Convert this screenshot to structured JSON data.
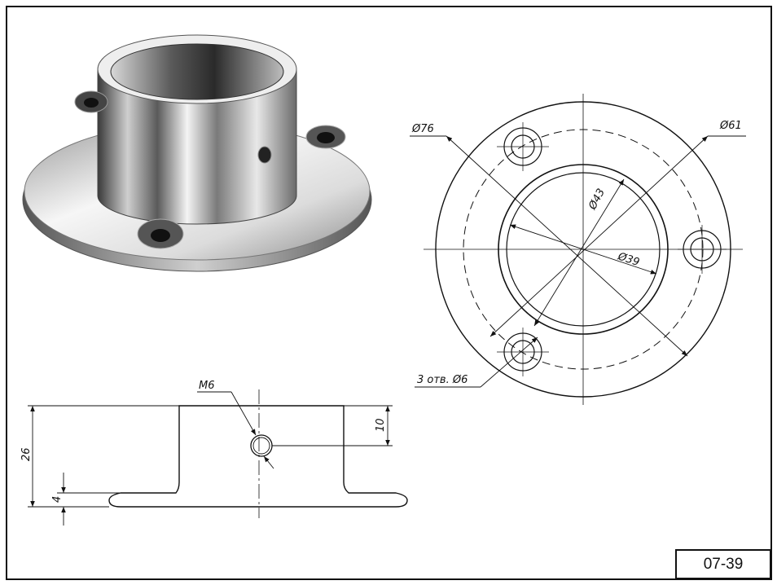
{
  "drawing": {
    "code": "07-39",
    "plan_view": {
      "outer_diameter": "Ø76",
      "bolt_circle_diameter": "Ø61",
      "tube_outer_diameter": "Ø43",
      "tube_inner_diameter": "Ø39",
      "holes": "3 отв. Ø6"
    },
    "section_view": {
      "thread": "M6",
      "total_height": "26",
      "flange_thickness": "4",
      "thread_position": "10"
    }
  },
  "colors": {
    "line": "#111111",
    "paper": "#ffffff"
  }
}
